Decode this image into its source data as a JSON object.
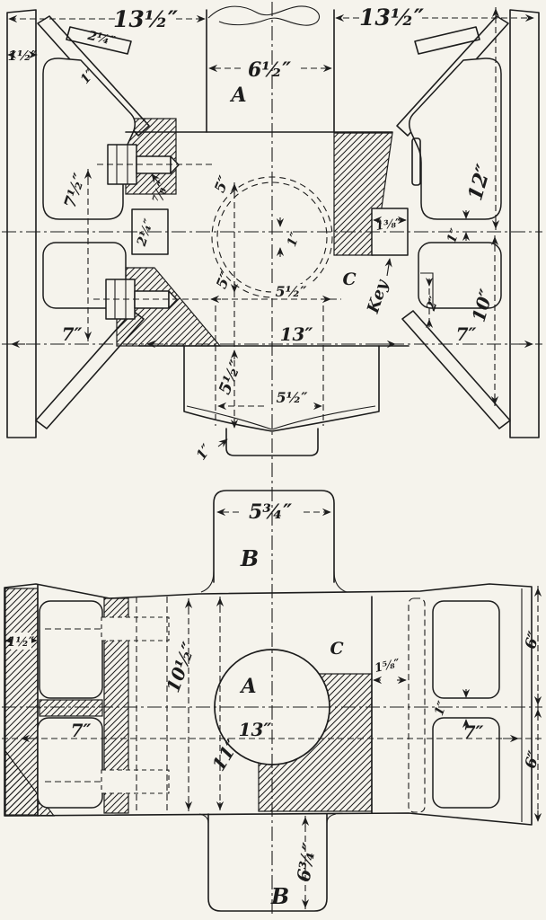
{
  "drawing": {
    "kind": "machine-part blueprint, two orthographic views with handwritten dimensions",
    "colors": {
      "ink": "#1c1c1c",
      "paper": "#f5f3ec"
    }
  },
  "top": {
    "label_a": "A",
    "label_c": "C",
    "label_key": "Key",
    "dim_13h_l": "13½″",
    "dim_13h_r": "13½″",
    "dim_6h": "6½″",
    "dim_1h": "1½″",
    "dim_2q_cap": "2¼″",
    "dim_1_arm": "1″",
    "dim_7h": "7½″",
    "dim_78": "⅞″",
    "dim_2q_box": "2¼″",
    "dim_5_top": "5″",
    "dim_5_bot": "5″",
    "dim_1_bore": "1″",
    "dim_138": "1⅜″",
    "dim_1_wall": "1″",
    "dim_2": "2″",
    "dim_12": "12″",
    "dim_10": "10″",
    "dim_7_l": "7″",
    "dim_7_r": "7″",
    "dim_13": "13″",
    "dim_5h_mid": "5½″",
    "dim_5h_vert": "5½″",
    "dim_5h_bot": "5½″",
    "dim_1_step": "1″"
  },
  "bottom": {
    "label_a": "A",
    "label_b_top": "B",
    "label_b_bot": "B",
    "label_c": "C",
    "dim_5t": "5¾″",
    "dim_1h": "1½″",
    "dim_10h": "10½″",
    "dim_11": "11″",
    "dim_13": "13″",
    "dim_7_l": "7″",
    "dim_7_r": "7″",
    "dim_158": "1⅝″",
    "dim_1_web": "1″",
    "dim_6_top": "6″",
    "dim_6_bot": "6″",
    "dim_6t": "6¾″"
  }
}
